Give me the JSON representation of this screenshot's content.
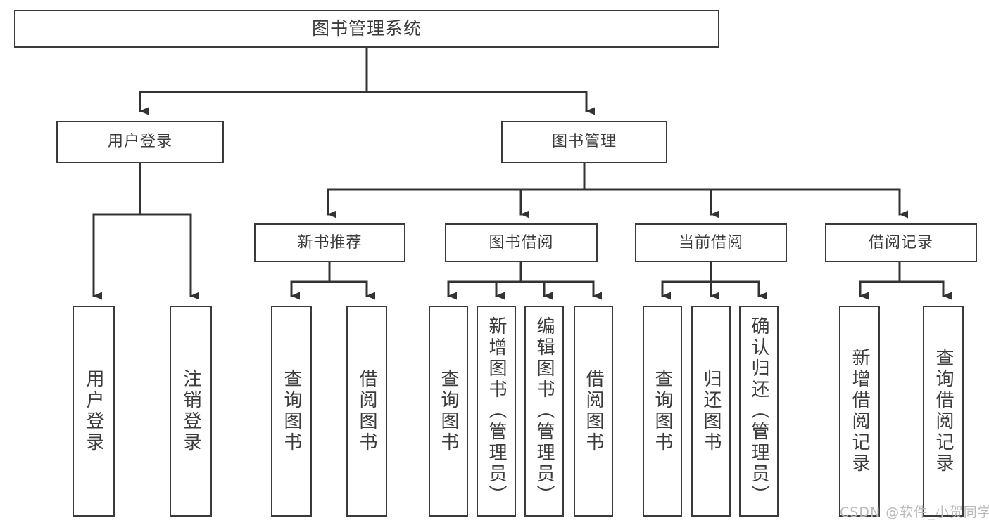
{
  "diagram": {
    "type": "tree-hierarchy",
    "title": "图书管理系统",
    "orientation": "top-down",
    "colors": {
      "box_border": "#3a3a3a",
      "box_fill": "#ffffff",
      "text": "#3b3b3b",
      "connector": "#333333",
      "watermark": "#b9b9b9",
      "background": "#ffffff"
    },
    "levels": {
      "level1_label": "图书管理系统",
      "level2_labels": [
        "用户登录",
        "图书管理"
      ],
      "level3_labels": [
        "新书推荐",
        "图书借阅",
        "当前借阅",
        "借阅记录"
      ]
    },
    "nodes": {
      "root": {
        "label": "图书管理系统"
      },
      "user_login": {
        "label": "用户登录"
      },
      "book_manage": {
        "label": "图书管理"
      },
      "new_book_rec": {
        "label": "新书推荐"
      },
      "book_borrow": {
        "label": "图书借阅"
      },
      "current_borrow": {
        "label": "当前借阅"
      },
      "borrow_record": {
        "label": "借阅记录"
      },
      "leaf_user_login": {
        "label": "用户登录"
      },
      "leaf_logout": {
        "label": "注销登录"
      },
      "leaf_query_book_a": {
        "label": "查询图书"
      },
      "leaf_borrow_book_a": {
        "label": "借阅图书"
      },
      "leaf_query_book_b": {
        "label": "查询图书"
      },
      "leaf_add_book": {
        "label": "新增图书（管理员）"
      },
      "leaf_edit_book": {
        "label": "编辑图书（管理员）"
      },
      "leaf_borrow_book_b": {
        "label": "借阅图书"
      },
      "leaf_query_book_c": {
        "label": "查询图书"
      },
      "leaf_return_book": {
        "label": "归还图书"
      },
      "leaf_confirm_return": {
        "label": "确认归还（管理员）"
      },
      "leaf_add_record": {
        "label": "新增借阅记录"
      },
      "leaf_query_record": {
        "label": "查询借阅记录"
      }
    },
    "watermark": "CSDN @软件_小贺同学"
  }
}
